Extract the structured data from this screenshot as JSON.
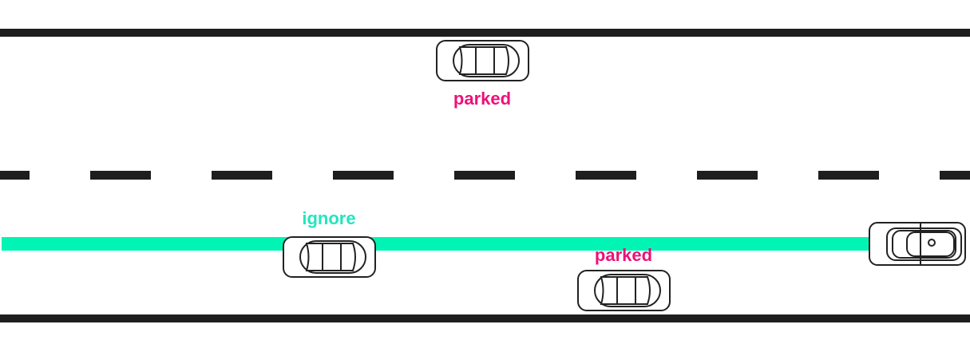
{
  "colors": {
    "road_line": "#1e1e1e",
    "path": "#00f5b4",
    "label_parked": "#ee1079",
    "label_ignore": "#23e6be",
    "car_stroke": "#222222"
  },
  "labels": {
    "parked_top": "parked",
    "ignore": "ignore",
    "parked_bottom": "parked"
  },
  "cars": [
    {
      "id": "car-parked-top",
      "label": "parked",
      "status": "parked"
    },
    {
      "id": "car-ignore",
      "label": "ignore",
      "status": "ignore"
    },
    {
      "id": "car-parked-bottom",
      "label": "parked",
      "status": "parked"
    },
    {
      "id": "ego-car",
      "label": "",
      "status": "ego"
    }
  ]
}
